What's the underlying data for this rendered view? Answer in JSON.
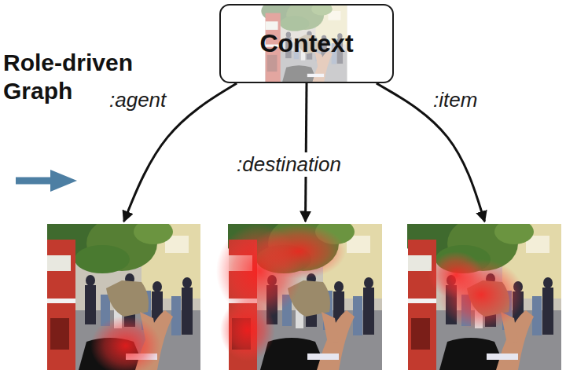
{
  "diagram": {
    "title": "Role-driven Graph",
    "nodes": [
      {
        "text": [
          "Context"
        ]
      },
      {
        "text": []
      },
      {
        "text": []
      },
      {
        "text": []
      }
    ],
    "edges": [
      {
        "from": 0,
        "to": 1,
        "arrow": "to",
        "label": ":agent"
      },
      {
        "from": 0,
        "to": 2,
        "arrow": "to",
        "label": ":destination"
      },
      {
        "from": 0,
        "to": 3,
        "arrow": "to",
        "label": ":item"
      }
    ]
  }
}
